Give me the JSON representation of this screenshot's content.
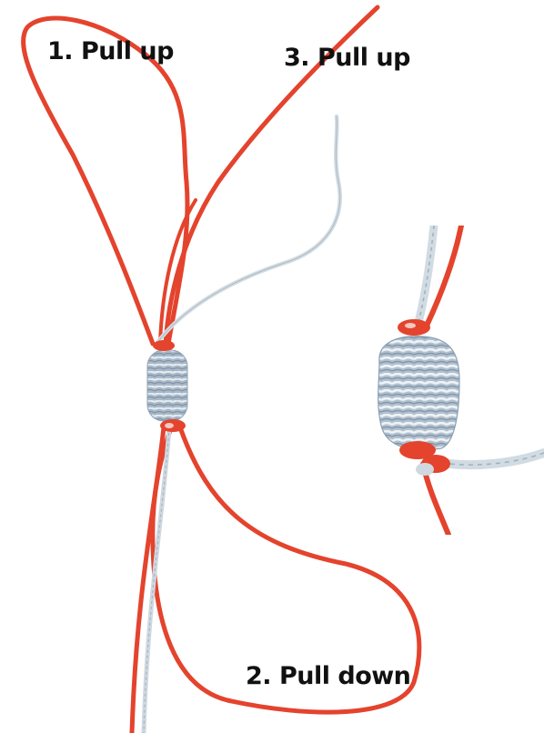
{
  "labels": {
    "step1": "1. Pull up",
    "step2": "2. Pull down",
    "step3": "3. Pull up"
  },
  "colors": {
    "red_cord": "#e4432d",
    "white_cord": "#d4dde3",
    "knot_body": "#a9b9c8",
    "text": "#111111",
    "background": "#ffffff"
  }
}
